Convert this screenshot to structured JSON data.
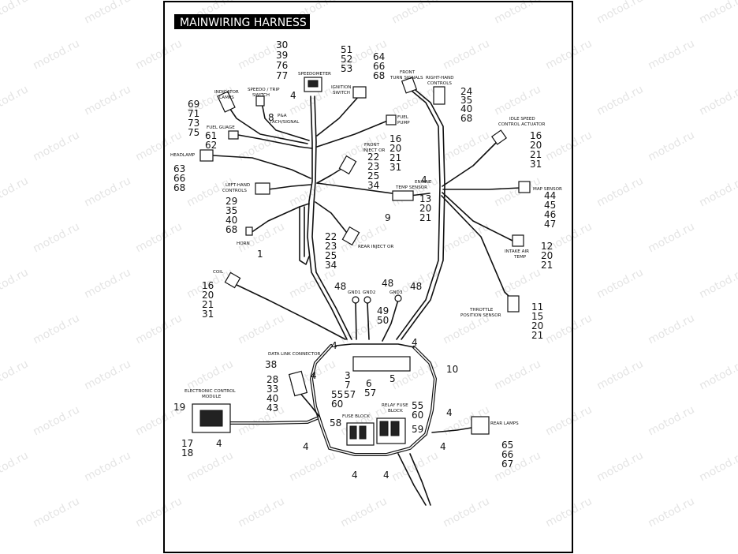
{
  "title": "MAINWIRING HARNESS",
  "watermark": "motod.ru",
  "components": {
    "speedometer": {
      "label": "SPEEDOMETER",
      "refs": [
        "30",
        "39",
        "76",
        "77"
      ]
    },
    "speed_trip_switch": {
      "label1": "SPEEDO / TRIP",
      "label2": "SWITCH",
      "refs": [
        "8"
      ]
    },
    "pa_tach": {
      "label1": "P&A",
      "label2": "TACH/SIGNAL"
    },
    "ignition_switch": {
      "label1": "IGNITION",
      "label2": "SWITCH",
      "refs": [
        "51",
        "52",
        "53"
      ]
    },
    "front_turn_signals": {
      "label1": "FRONT",
      "label2": "TURN SIGNALS",
      "refs": [
        "64",
        "66",
        "68"
      ]
    },
    "right_hand_controls": {
      "label1": "RIGHT-HAND",
      "label2": "CONTROLS",
      "refs": [
        "24",
        "35",
        "40",
        "68"
      ]
    },
    "indicator_lamps": {
      "label1": "INDICATOR",
      "label2": "LAMPS",
      "refs": [
        "69",
        "71",
        "73",
        "75"
      ]
    },
    "fuel_gauge": {
      "label": "FUEL GUAGE",
      "refs": [
        "61",
        "62"
      ]
    },
    "fuel_pump": {
      "label1": "FUEL",
      "label2": "PUMP",
      "refs": [
        "16",
        "20",
        "21",
        "31"
      ]
    },
    "idle_speed": {
      "label1": "IDLE SPEED",
      "label2": "CONTROL ACTUATOR",
      "refs": [
        "16",
        "20",
        "21",
        "31"
      ]
    },
    "headlamp": {
      "label": "HEADLAMP",
      "refs": [
        "63",
        "66",
        "68"
      ]
    },
    "front_injector": {
      "label1": "FRONT",
      "label2": "INJECT OR",
      "refs": [
        "22",
        "23",
        "25",
        "34"
      ]
    },
    "left_hand_controls": {
      "label1": "LEFT-HAND",
      "label2": "CONTROLS",
      "refs": [
        "29",
        "35",
        "40",
        "68"
      ]
    },
    "engine_temp": {
      "label1": "ENGINE",
      "label2": "TEMP SENSOR",
      "refs": [
        "13",
        "9"
      ]
    },
    "map_sensor": {
      "label": "MAP SENSOR",
      "refs": [
        "44",
        "45",
        "46",
        "47"
      ]
    },
    "horn": {
      "label": "HORN",
      "refs": [
        "1"
      ]
    },
    "rear_injector": {
      "label": "REAR INJECT OR",
      "refs": [
        "22",
        "23",
        "25",
        "34"
      ]
    },
    "intake_air": {
      "label1": "INTAKE AIR",
      "label2": "TEMP",
      "refs": [
        "12",
        "20",
        "21"
      ]
    },
    "coil": {
      "label": "COIL",
      "refs": [
        "16",
        "20",
        "21",
        "31"
      ]
    },
    "grounds": {
      "labels": [
        "GND1",
        "GND2",
        "GND3"
      ],
      "refs": [
        "48",
        "48",
        "48",
        "49",
        "50"
      ]
    },
    "throttle": {
      "label1": "THROTTLE",
      "label2": "POSITION SENSOR",
      "refs": [
        "11",
        "15",
        "20",
        "21"
      ]
    },
    "data_link": {
      "label": "DATA LINK CONNECTOR",
      "refs": [
        "38",
        "28",
        "33",
        "40",
        "43"
      ]
    },
    "ecm": {
      "label1": "ELECTRONIC CONTROL",
      "label2": "MODULE",
      "refs": [
        "19",
        "17",
        "18"
      ]
    },
    "fuse_block": {
      "label": "FUSE BLOCK",
      "refs": [
        "55",
        "60",
        "58"
      ]
    },
    "relay_fuse_block": {
      "label1": "RELAY FUSE",
      "label2": "BLOCK",
      "refs": [
        "57",
        "55",
        "60",
        "59"
      ]
    },
    "rear_lamps": {
      "label": "REAR LAMPS",
      "refs": [
        "65",
        "66",
        "67"
      ]
    },
    "misc_refs": {
      "four": "4",
      "five": "5",
      "ten": "10",
      "three": "3",
      "seven": "7",
      "six": "6",
      "fiftyseven": "57"
    }
  }
}
